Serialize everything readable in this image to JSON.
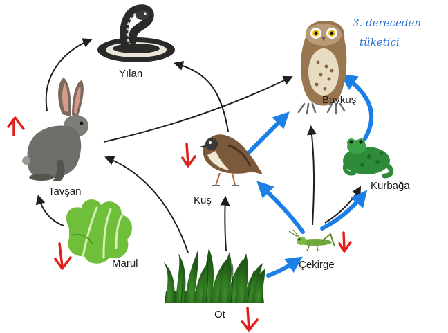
{
  "diagram": {
    "organisms": [
      {
        "id": "yilan",
        "label": "Yılan",
        "icon": "snake-icon"
      },
      {
        "id": "baykus",
        "label": "Baykuş",
        "icon": "owl-icon"
      },
      {
        "id": "tavsan",
        "label": "Tavşan",
        "icon": "rabbit-icon"
      },
      {
        "id": "kus",
        "label": "Kuş",
        "icon": "sparrow-icon"
      },
      {
        "id": "kurbaga",
        "label": "Kurbağa",
        "icon": "frog-icon"
      },
      {
        "id": "marul",
        "label": "Marul",
        "icon": "lettuce-icon"
      },
      {
        "id": "cekirge",
        "label": "Çekirge",
        "icon": "grasshopper-icon"
      },
      {
        "id": "ot",
        "label": "Ot",
        "icon": "grass-icon"
      }
    ],
    "arrows": [
      {
        "from": "tavsan",
        "to": "yilan",
        "color": "black"
      },
      {
        "from": "kus",
        "to": "yilan",
        "color": "black"
      },
      {
        "from": "tavsan",
        "to": "baykus",
        "color": "black"
      },
      {
        "from": "ot",
        "to": "tavsan",
        "color": "black"
      },
      {
        "from": "ot",
        "to": "kus",
        "color": "black"
      },
      {
        "from": "marul",
        "to": "tavsan",
        "color": "black"
      },
      {
        "from": "cekirge",
        "to": "baykus",
        "color": "black"
      },
      {
        "from": "cekirge",
        "to": "kurbaga",
        "color": "black"
      },
      {
        "from": "kus",
        "to": "baykus",
        "color": "blue"
      },
      {
        "from": "cekirge",
        "to": "kus",
        "color": "blue"
      },
      {
        "from": "ot",
        "to": "cekirge",
        "color": "blue"
      },
      {
        "from": "kurbaga",
        "to": "baykus",
        "color": "blue"
      },
      {
        "from": "cekirge",
        "to": "kurbaga",
        "color": "blue"
      }
    ],
    "annotations": {
      "note_line1": "3. dereceden",
      "note_line2": "tüketici",
      "trend_marks": [
        {
          "near": "tavsan",
          "direction": "up"
        },
        {
          "near": "kus",
          "direction": "down"
        },
        {
          "near": "marul",
          "direction": "down"
        },
        {
          "near": "cekirge",
          "direction": "down"
        },
        {
          "near": "ot",
          "direction": "down"
        }
      ]
    },
    "colors": {
      "black_arrow": "#1e1e1e",
      "blue_arrow": "#1b7fe6",
      "red_mark": "#e0201c",
      "note_text": "#2b6fd6"
    }
  }
}
